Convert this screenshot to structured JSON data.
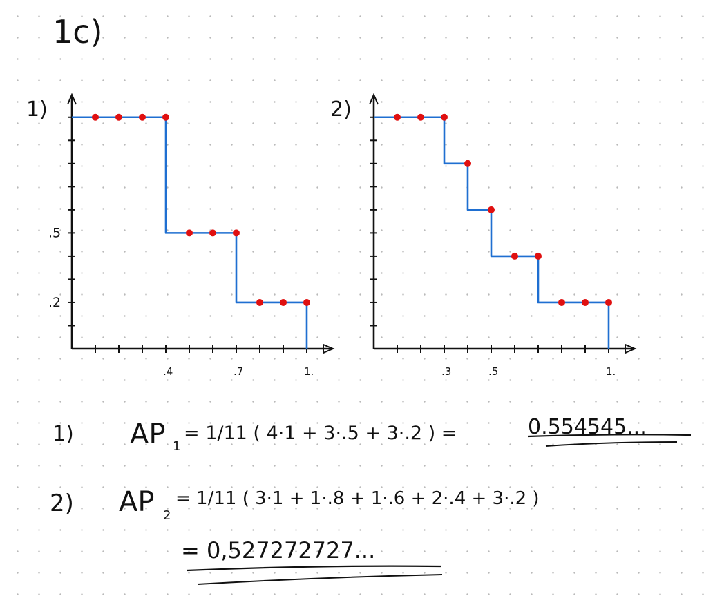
{
  "header": {
    "problem_label": "1c)"
  },
  "chart_data": [
    {
      "type": "line",
      "panel_label": "1)",
      "step_plot": true,
      "x": [
        0.1,
        0.2,
        0.3,
        0.4,
        0.5,
        0.6,
        0.7,
        0.8,
        0.9,
        1.0
      ],
      "y": [
        1.0,
        1.0,
        1.0,
        1.0,
        0.5,
        0.5,
        0.5,
        0.2,
        0.2,
        0.2
      ],
      "xticklabels": [
        ".4",
        ".7",
        "1."
      ],
      "xtick_values": [
        0.4,
        0.7,
        1.0
      ],
      "yticklabels": [
        ".5",
        ".2"
      ],
      "ytick_values": [
        0.5,
        0.2
      ],
      "xlim": [
        0,
        1.1
      ],
      "ylim": [
        0,
        1.05
      ],
      "line_color": "#1f6fd1",
      "point_color": "#e01010"
    },
    {
      "type": "line",
      "panel_label": "2)",
      "step_plot": true,
      "x": [
        0.1,
        0.2,
        0.3,
        0.4,
        0.5,
        0.6,
        0.7,
        0.8,
        0.9,
        1.0
      ],
      "y": [
        1.0,
        1.0,
        1.0,
        0.8,
        0.6,
        0.4,
        0.4,
        0.2,
        0.2,
        0.2
      ],
      "xticklabels": [
        ".3",
        ".5",
        "1."
      ],
      "xtick_values": [
        0.3,
        0.5,
        1.0
      ],
      "yticklabels": [],
      "ytick_values": [],
      "xlim": [
        0,
        1.1
      ],
      "ylim": [
        0,
        1.05
      ],
      "line_color": "#1f6fd1",
      "point_color": "#e01010"
    }
  ],
  "equations": {
    "eq1": {
      "label": "1)",
      "lhs": "AP",
      "sub": "1",
      "text": "= 1/11 ( 4·1 + 3·.5 + 3·.2 ) =",
      "result": "0.554545..."
    },
    "eq2": {
      "label": "2)",
      "lhs": "AP",
      "sub": "2",
      "text": "= 1/11 ( 3·1 + 1·.8 + 1·.6 + 2·.4 + 3·.2 )",
      "result": "= 0,527272727..."
    }
  }
}
